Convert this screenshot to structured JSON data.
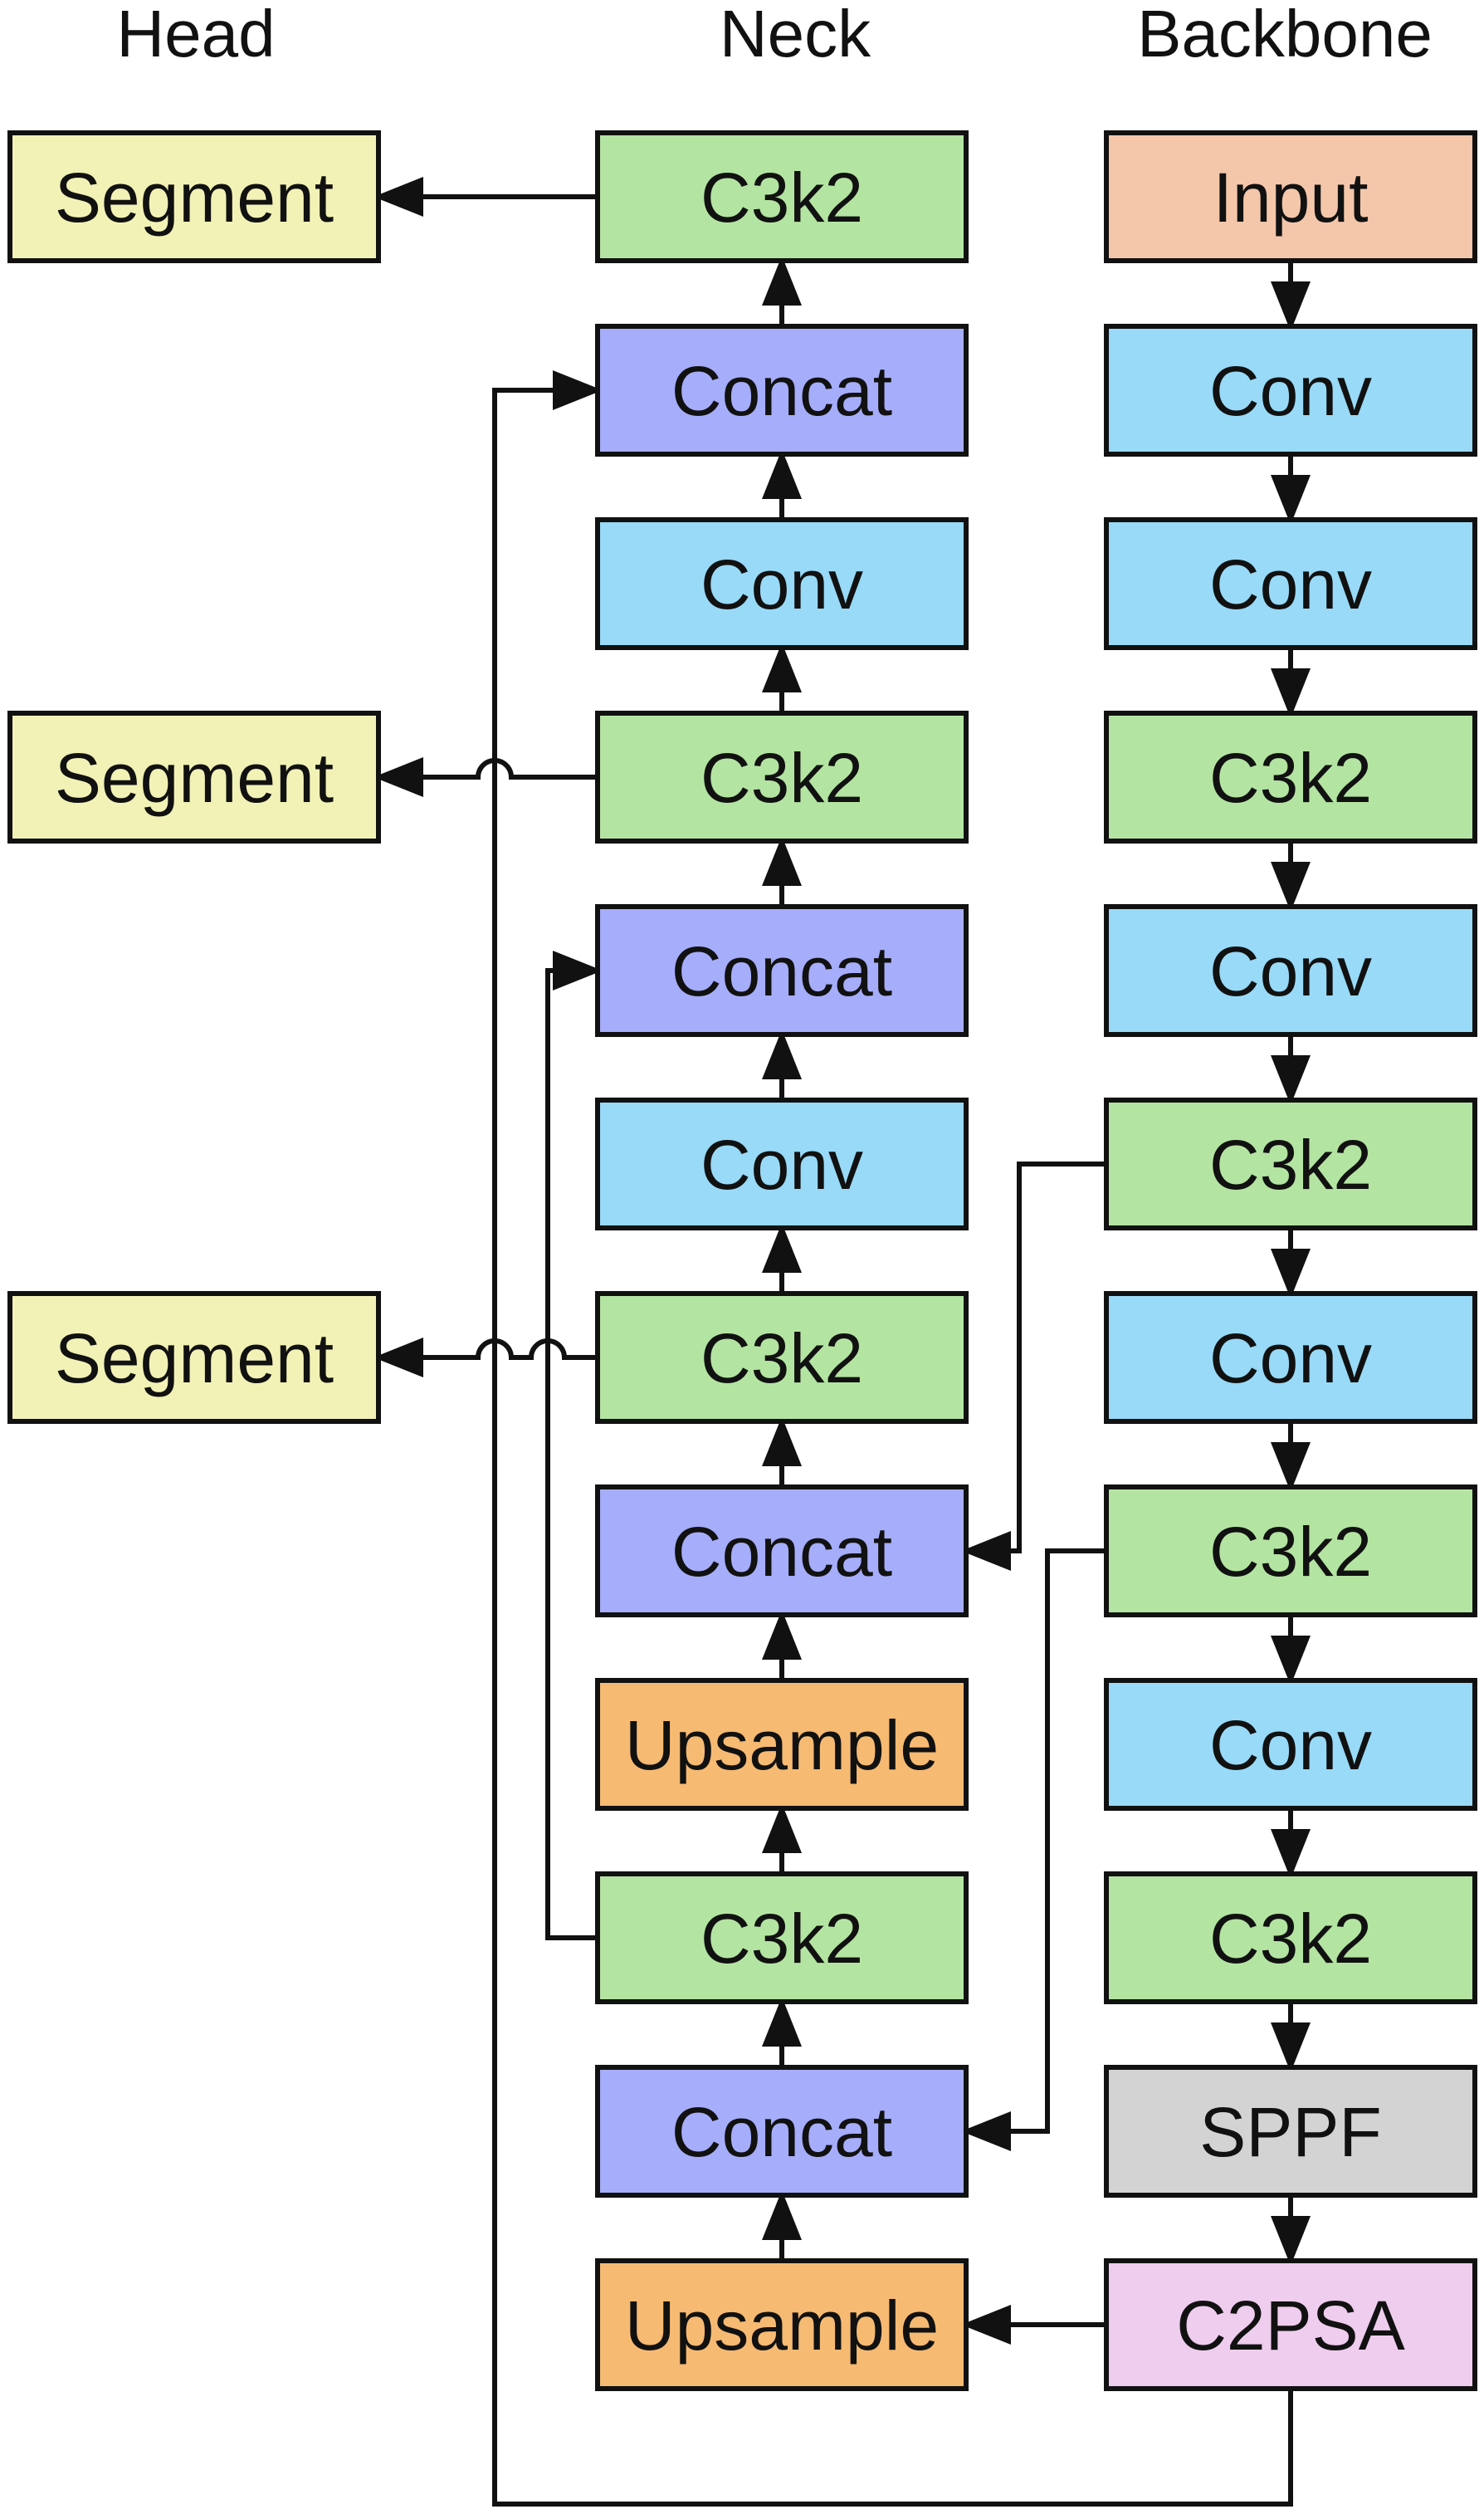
{
  "columns": {
    "head": "Head",
    "neck": "Neck",
    "backbone": "Backbone"
  },
  "colors": {
    "stroke": "#111111",
    "input": "#f4c7ab",
    "conv": "#98daf7",
    "c3k2": "#b4e4a2",
    "concat": "#a6adfa",
    "upsample": "#f6ba72",
    "sppf": "#d3d3d3",
    "c2psa": "#efcdee",
    "segment": "#f2f2b6"
  },
  "head": [
    {
      "label": "Segment",
      "type": "segment"
    },
    {
      "label": "Segment",
      "type": "segment"
    },
    {
      "label": "Segment",
      "type": "segment"
    }
  ],
  "neck": [
    {
      "label": "C3k2",
      "type": "c3k2"
    },
    {
      "label": "Concat",
      "type": "concat"
    },
    {
      "label": "Conv",
      "type": "conv"
    },
    {
      "label": "C3k2",
      "type": "c3k2"
    },
    {
      "label": "Concat",
      "type": "concat"
    },
    {
      "label": "Conv",
      "type": "conv"
    },
    {
      "label": "C3k2",
      "type": "c3k2"
    },
    {
      "label": "Concat",
      "type": "concat"
    },
    {
      "label": "Upsample",
      "type": "upsample"
    },
    {
      "label": "C3k2",
      "type": "c3k2"
    },
    {
      "label": "Concat",
      "type": "concat"
    },
    {
      "label": "Upsample",
      "type": "upsample"
    }
  ],
  "backbone": [
    {
      "label": "Input",
      "type": "input"
    },
    {
      "label": "Conv",
      "type": "conv"
    },
    {
      "label": "Conv",
      "type": "conv"
    },
    {
      "label": "C3k2",
      "type": "c3k2"
    },
    {
      "label": "Conv",
      "type": "conv"
    },
    {
      "label": "C3k2",
      "type": "c3k2"
    },
    {
      "label": "Conv",
      "type": "conv"
    },
    {
      "label": "C3k2",
      "type": "c3k2"
    },
    {
      "label": "Conv",
      "type": "conv"
    },
    {
      "label": "C3k2",
      "type": "c3k2"
    },
    {
      "label": "SPPF",
      "type": "sppf"
    },
    {
      "label": "C2PSA",
      "type": "c2psa"
    }
  ]
}
